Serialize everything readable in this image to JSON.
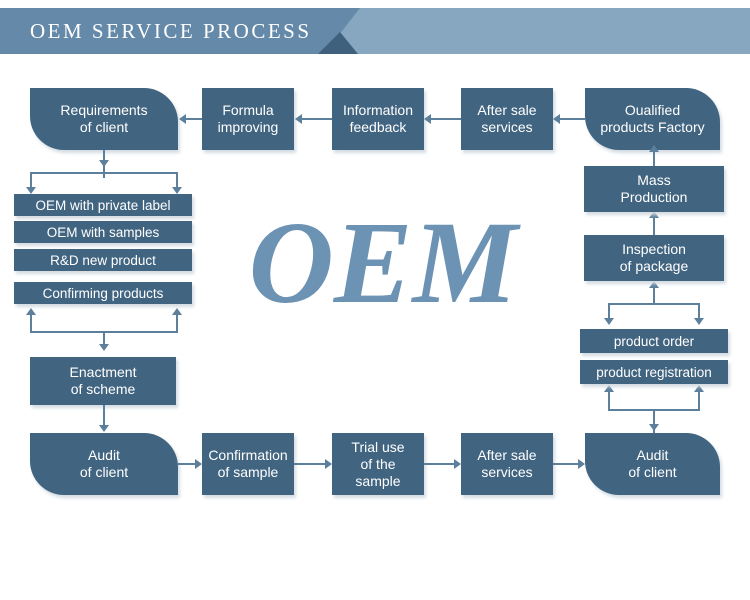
{
  "header": {
    "title": "OEM SERVICE PROCESS",
    "bar_color": "#6589a8",
    "accent_color": "#87a6c0",
    "notch_color": "#3f617e"
  },
  "watermark": {
    "text": "OEM",
    "color": "#6c92b4"
  },
  "theme": {
    "box_fill": "#416480",
    "box_text": "#ffffff",
    "connector": "#5c7f9c",
    "background": "#ffffff"
  },
  "nodes": {
    "requirements_of_client": "Requirements\nof client",
    "requirements_line1": "Requirements",
    "requirements_line2": "of client",
    "formula_improving_line1": "Formula",
    "formula_improving_line2": "improving",
    "information_feedback_line1": "Information",
    "information_feedback_line2": "feedback",
    "after_sale_services_top_line1": "After sale",
    "after_sale_services_top_line2": "services",
    "qualified_products_factory_line1": "Oualified",
    "qualified_products_factory_line2": "products Factory",
    "oem_private_label": "OEM with private label",
    "oem_with_samples": "OEM with samples",
    "rd_new_product": "R&D new product",
    "confirming_products": "Confirming products",
    "enactment_of_scheme_line1": "Enactment",
    "enactment_of_scheme_line2": "of scheme",
    "audit_of_client_left_line1": "Audit",
    "audit_of_client_left_line2": "of  client",
    "confirmation_of_sample_line1": "Confirmation",
    "confirmation_of_sample_line2": "of sample",
    "trial_use_line1": "Trial use",
    "trial_use_line2": "of the sample",
    "after_sale_services_bottom_line1": "After sale",
    "after_sale_services_bottom_line2": "services",
    "audit_of_client_right_line1": "Audit",
    "audit_of_client_right_line2": "of client",
    "mass_production_line1": "Mass",
    "mass_production_line2": "Production",
    "inspection_of_package_line1": "Inspection",
    "inspection_of_package_line2": "of package",
    "product_order": "product order",
    "product_registration": "product registration"
  }
}
